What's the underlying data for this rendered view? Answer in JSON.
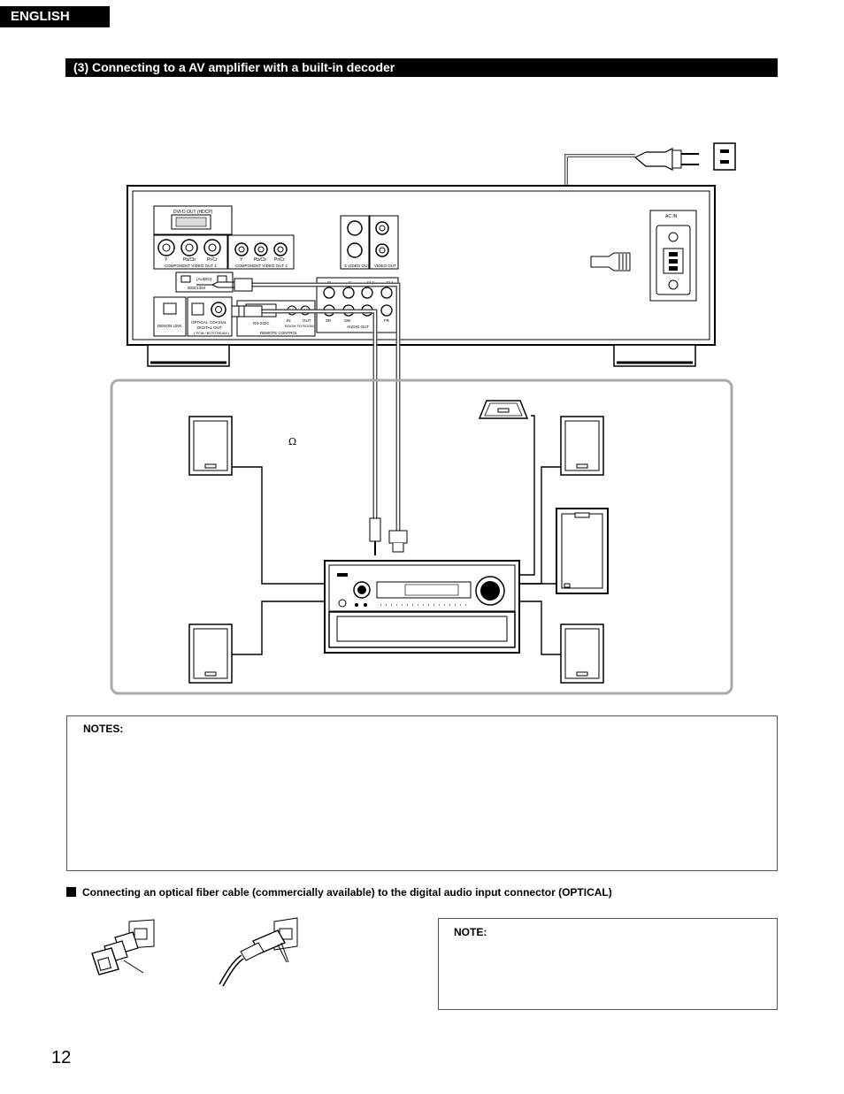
{
  "header": {
    "language_tab": "ENGLISH"
  },
  "section": {
    "title": "(3)  Connecting to a AV amplifier with a built-in decoder"
  },
  "diagram": {
    "player_labels": {
      "dvi_out": "DVI-D OUT (HDCP)",
      "component1": "COMPONENT VIDEO OUT 1",
      "component2": "COMPONENT VIDEO OUT 2",
      "y": "Y",
      "pb": "Pb/Cb",
      "pr": "Pr/Cr",
      "ieee": "IEEE1394",
      "audio": "(AUDIO)",
      "denon_link": "DENON LINK",
      "optical": "OPTICAL",
      "coaxial": "COAXIAL",
      "digital_out": "DIGITAL OUT",
      "pcm_bitstream": "( PCM / BITSTREAM )",
      "rs232c": "RS-232C",
      "in": "IN",
      "out": "OUT",
      "room_to_room": "ROOM TO ROOM",
      "remote_control": "REMOTE CONTROL",
      "s_video_out": "S VIDEO OUT",
      "video_out": "VIDEO OUT",
      "sl": "SL",
      "c": "C",
      "fl2": "FL2",
      "fl1": "FL1",
      "sr": "SR",
      "sw": "SW",
      "fr": "FR",
      "audio_out": "AUDIO OUT",
      "ac_in": "AC IN"
    },
    "omega_symbol": "Ω"
  },
  "notes": {
    "title": "NOTES:"
  },
  "optical": {
    "heading": "Connecting an optical fiber cable (commercially available) to the digital audio input connector (OPTICAL)"
  },
  "note": {
    "title": "NOTE:"
  },
  "footer": {
    "page_number": "12"
  }
}
